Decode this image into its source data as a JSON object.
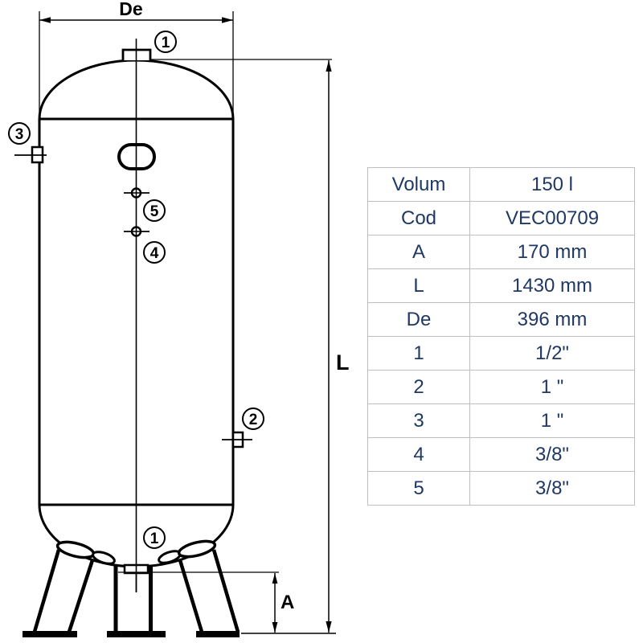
{
  "drawing": {
    "dimension_labels": {
      "diameter": "De",
      "total_height": "L",
      "leg_clearance": "A"
    },
    "callouts": {
      "top_port": "1",
      "left_side_port": "3",
      "center_upper_port": "5",
      "center_lower_port": "4",
      "right_side_port": "2",
      "bottom_port": "1"
    },
    "line_color": "#000000"
  },
  "spec_table": {
    "text_color": "#1f3864",
    "border_color": "#bfbfbf",
    "rows": [
      {
        "label": "Volum",
        "value": "150 l"
      },
      {
        "label": "Cod",
        "value": "VEC00709"
      },
      {
        "label": "A",
        "value": "170 mm"
      },
      {
        "label": "L",
        "value": "1430 mm"
      },
      {
        "label": "De",
        "value": "396 mm"
      },
      {
        "label": "1",
        "value": "1/2\""
      },
      {
        "label": "2",
        "value": "1 \""
      },
      {
        "label": "3",
        "value": "1 \""
      },
      {
        "label": "4",
        "value": "3/8\""
      },
      {
        "label": "5",
        "value": "3/8\""
      }
    ]
  }
}
